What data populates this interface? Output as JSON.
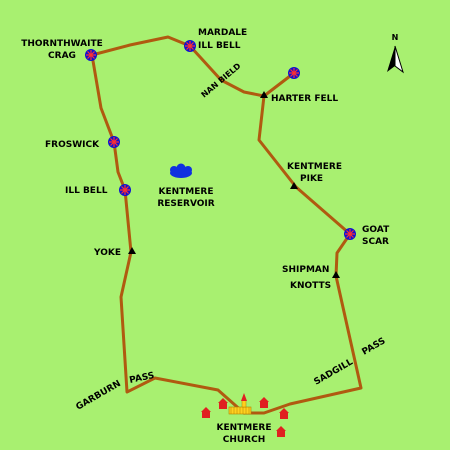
{
  "colors": {
    "land": "#a8f070",
    "route": "#b05a10",
    "cairn_fill": "#1010d0",
    "cairn_cross": "#ff3030",
    "trig": "#000000",
    "water": "#1030e0",
    "building": "#e02020",
    "church": "#ffd020"
  },
  "north": {
    "label": "N",
    "icon": "north-arrow-icon"
  },
  "labels": {
    "thornthwaite_1": "THORNTHWAITE",
    "thornthwaite_2": "CRAG",
    "mardale_1": "MARDALE",
    "mardale_2": "ILL BELL",
    "nan_bield": "NAN BIELD",
    "harter_fell": "HARTER FELL",
    "froswick": "FROSWICK",
    "kentmere_pike_1": "KENTMERE",
    "kentmere_pike_2": "PIKE",
    "ill_bell": "ILL BELL",
    "reservoir_1": "KENTMERE",
    "reservoir_2": "RESERVOIR",
    "goat_scar_1": "GOAT",
    "goat_scar_2": "SCAR",
    "yoke": "YOKE",
    "shipman_1": "SHIPMAN",
    "shipman_2": "KNOTTS",
    "sadgill": "SADGILL",
    "sadgill_pass": "PASS",
    "garburn": "GARBURN",
    "garburn_pass": "PASS",
    "church_1": "KENTMERE",
    "church_2": "CHURCH"
  }
}
